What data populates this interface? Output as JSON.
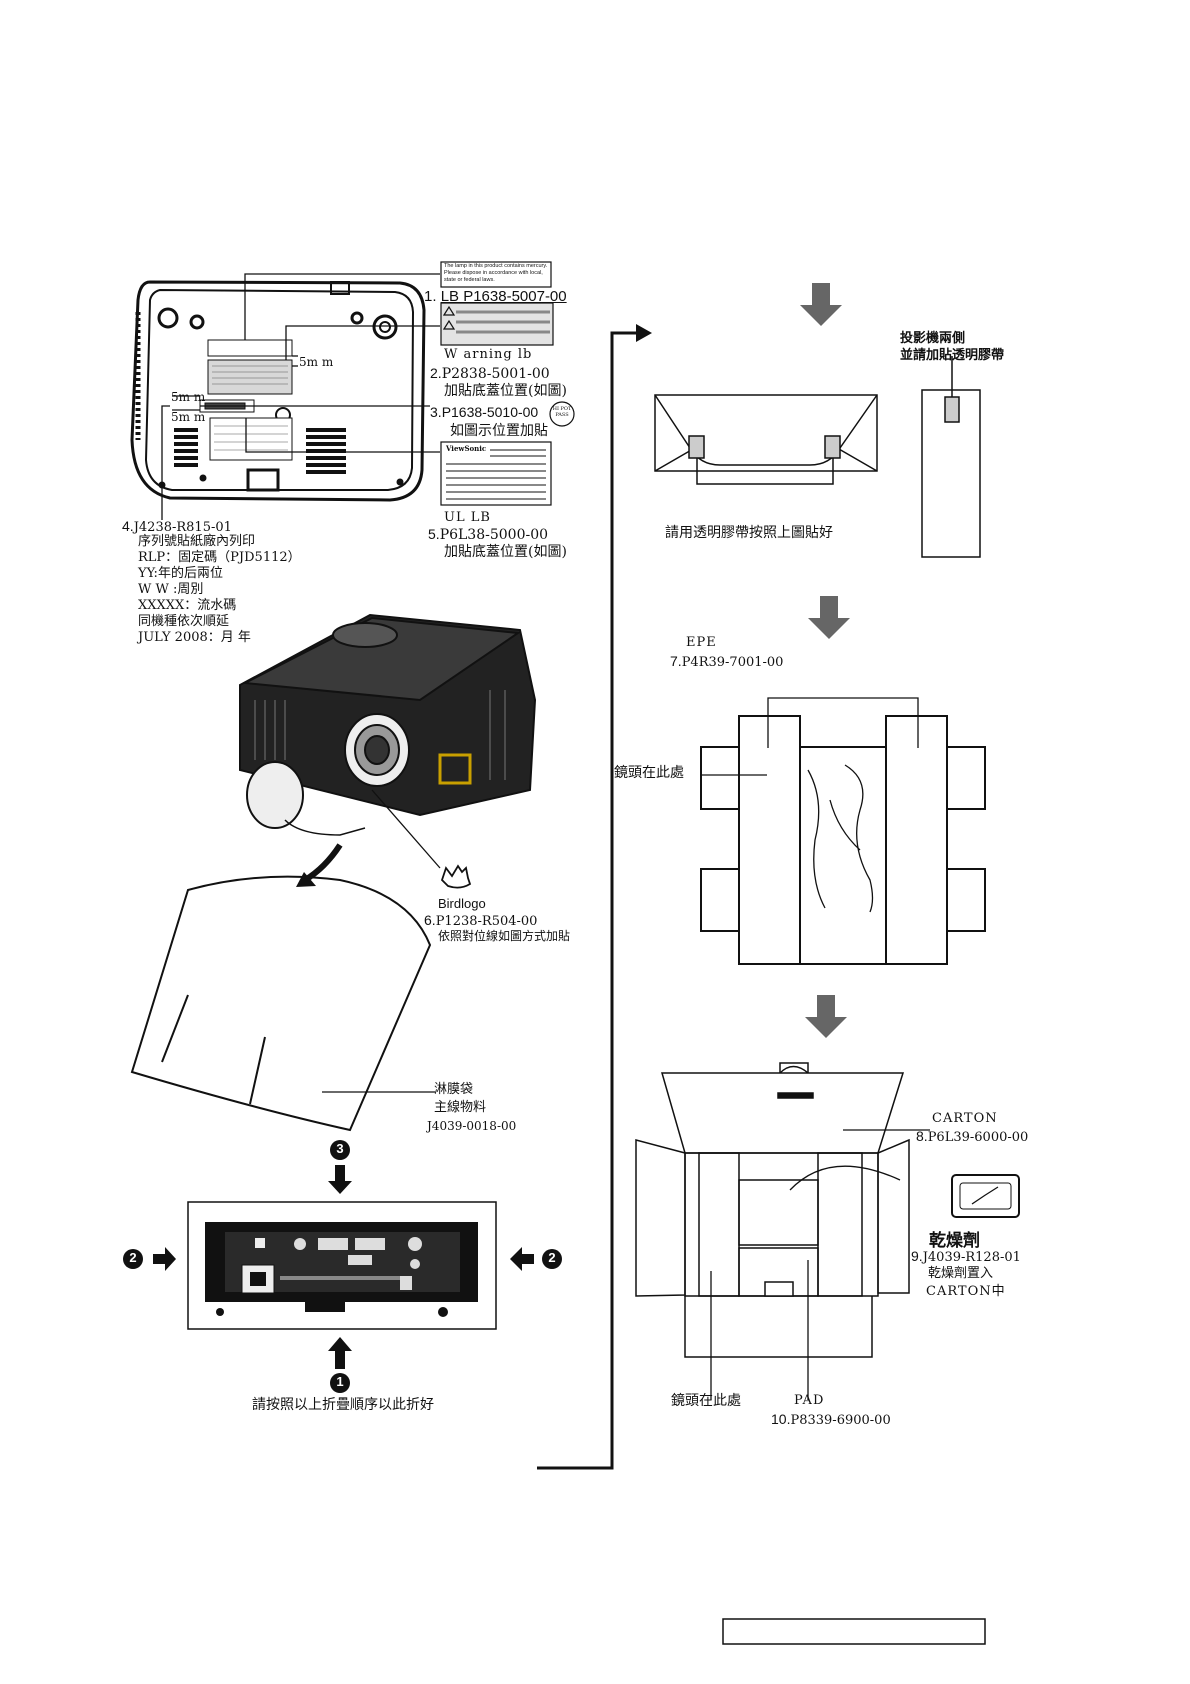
{
  "lamp_warning": {
    "line1": "The lamp in this product contains mercury.",
    "line2": "Please dispose in accordance with local,",
    "line3": "state or federal laws."
  },
  "labels": {
    "item1": {
      "num": "1.",
      "code": "LB  P1638-5007-00"
    },
    "warning_word": "W arning lb",
    "item2": {
      "num": "2.",
      "code": "P2838-5001-00",
      "note": "加貼底蓋位置(如圖)"
    },
    "item3": {
      "num": "3.",
      "code": "P1638-5010-00",
      "note": "如圖示位置加貼",
      "badge1": "HI POT",
      "badge2": "PASS"
    },
    "ul_lb": "UL LB",
    "item5": {
      "num": "5.",
      "code": "P6L38-5000-00",
      "note": "加貼底蓋位置(如圖)"
    },
    "item4": {
      "num": "4.",
      "code": "J4238-R815-01",
      "lines": [
        "序列號貼紙廠內列印",
        "RLP：固定碼（PJD5112）",
        "YY:年的后兩位",
        "W W :周別",
        "XXXXX：流水碼",
        "同機種依次順延",
        "JULY 2008：月 年"
      ]
    },
    "dim_5mm_a": "5m m",
    "dim_5mm_b": "5m m",
    "dim_5mm_c": "5m m",
    "viewsonic_brand": "ViewSonic",
    "birdlogo": {
      "title": "Birdlogo",
      "num": "6.",
      "code": "P1238-R504-00",
      "note": "依照對位線如圖方式加貼"
    },
    "bag": {
      "line1": "淋膜袋",
      "line2": "主線物料",
      "code": "J4039-0018-00"
    },
    "fold_note": "請按照以上折疊順序以此折好",
    "step_top": "3",
    "step_left": "2",
    "step_right": "2",
    "step_bottom": "1",
    "tape_side": {
      "line1": "投影機兩側",
      "line2": "並請加貼透明膠帶"
    },
    "tape_note": "請用透明膠帶按照上圖貼好",
    "epe": {
      "title": "EPE",
      "num": "7.",
      "code": "P4R39-7001-00",
      "lens_here": "鏡頭在此處"
    },
    "carton": {
      "title": "CARTON",
      "num": "8.",
      "code": "P6L39-6000-00"
    },
    "desiccant": {
      "title": "乾燥劑",
      "num": "9.",
      "code": "J4039-R128-01",
      "line1": "乾燥劑置入",
      "line2": "CARTON中"
    },
    "box_lens_here": "鏡頭在此處",
    "pad": {
      "title": "PAD",
      "num": "10.",
      "code": "P8339-6900-00"
    }
  }
}
